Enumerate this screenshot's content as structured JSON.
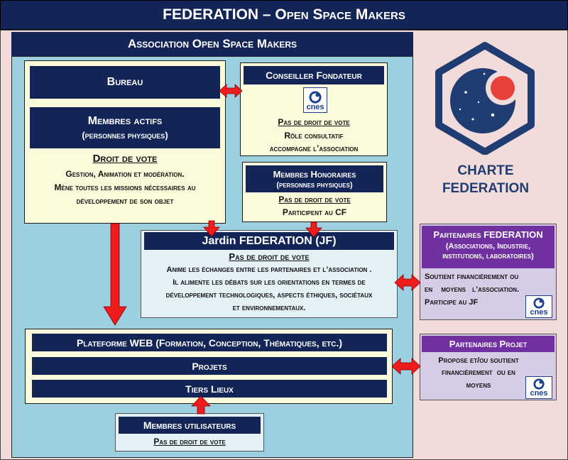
{
  "title": "FEDERATION – Open Space Makers",
  "association": {
    "title": "Association Open Space Makers"
  },
  "bureau": {
    "label": "Bureau"
  },
  "membres_actifs": {
    "title": "Membres actifs",
    "subtitle": "(personnes physiques)",
    "vote": "Droit de vote",
    "line1": "Gestion, Animation  et modération.",
    "line2": "Mène  toutes les missions nécessaires au",
    "line3": "développement de son objet"
  },
  "conseiller": {
    "title": "Conseiller Fondateur",
    "logo": "cnes",
    "vote": "Pas de droit de vote",
    "line1": "Rôle consultatif",
    "line2": "accompagne l’association"
  },
  "honoraires": {
    "title": "Membres Honoraires",
    "subtitle": "(personnes physiques)",
    "vote": "Pas de droit de vote",
    "line1": "Participent au CF"
  },
  "jardin": {
    "title": "Jardin FEDERATION (JF)",
    "vote": "Pas de droit de vote",
    "line1": "Anime les échanges entre les partenaires et l’association .",
    "line2": "Il alimente les débats sur les orientations en termes de",
    "line3": "développement technologiques, aspects éthiques, sociétaux",
    "line4": "et environnementaux."
  },
  "plateforme": {
    "row1": "Plateforme  WEB (Formation, Conception, Thématiques, etc.)",
    "row2": "Projets",
    "row3": "Tiers Lieux"
  },
  "utilisateurs": {
    "title": "Membres utilisateurs",
    "vote": "Pas de droit de vote"
  },
  "charte": {
    "line1": "CHARTE",
    "line2": "FEDERATION"
  },
  "partenaires_federation": {
    "title": "Partenaires FEDERATION",
    "subtitle1": "(Associations, Industrie,",
    "subtitle2": "institutions, laboratoires)",
    "line1": "Soutient financièrement ou",
    "line2": "en    moyens   l’association.",
    "line3": "Participe au JF",
    "logo": "cnes"
  },
  "partenaires_projet": {
    "title": "Partenaires Projet",
    "line1": "Propose et/ou soutient",
    "line2": "financièrement  ou en",
    "line3": "moyens",
    "logo": "cnes"
  },
  "colors": {
    "navy": "#132557",
    "sky": "#9ccfe0",
    "pink": "#f2dcdb",
    "yellow": "#fbfbdc",
    "purple": "#7030a0",
    "lavender": "#d7cce6",
    "arrow_red": "#ee1c1c",
    "charte_blue": "#1f3c73"
  }
}
